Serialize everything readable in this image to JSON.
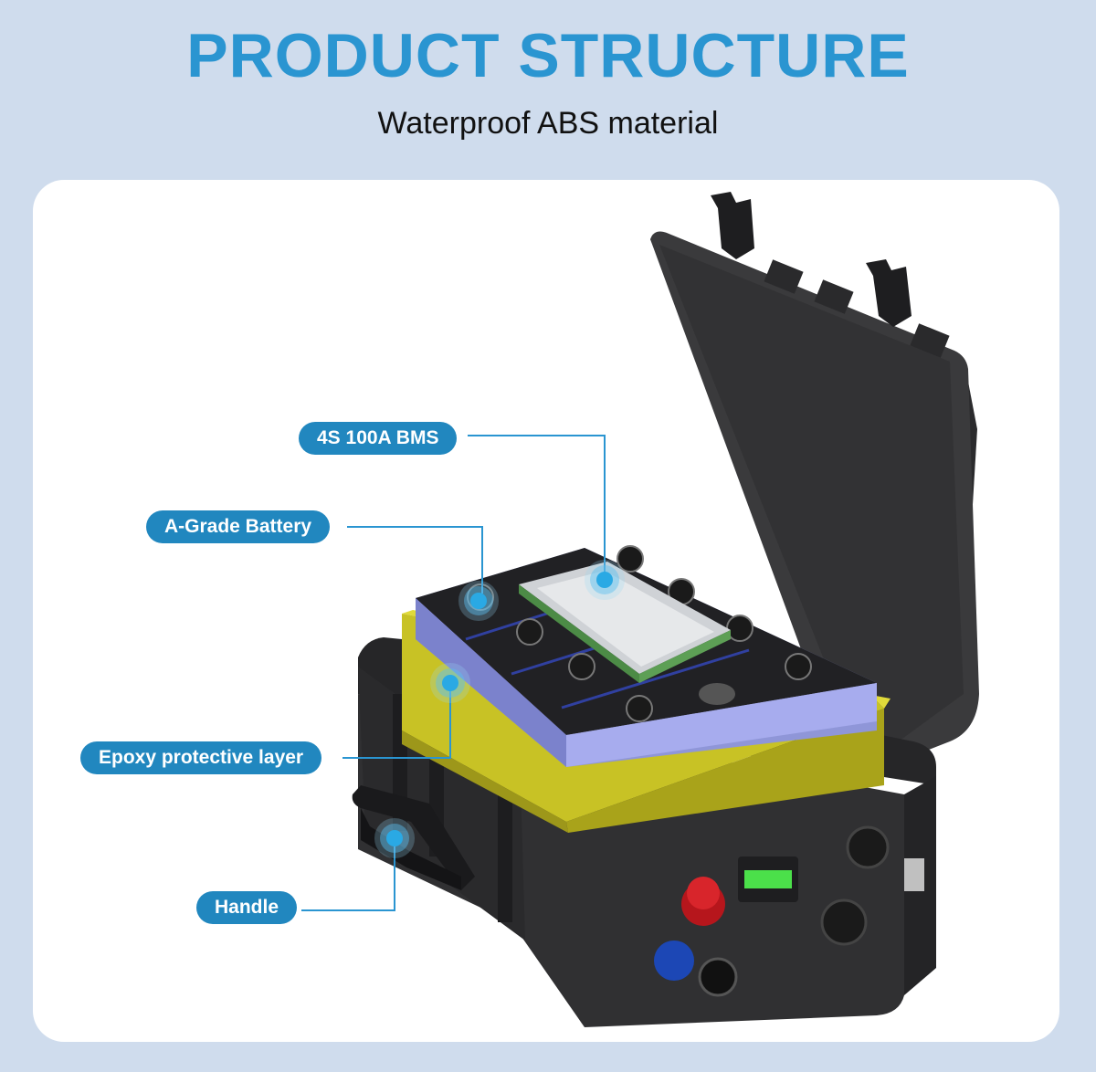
{
  "header": {
    "title": "PRODUCT STRUCTURE",
    "subtitle": "Waterproof ABS material"
  },
  "callouts": {
    "bms": "4S 100A BMS",
    "battery": "A-Grade Battery",
    "epoxy": "Epoxy protective layer",
    "handle": "Handle"
  },
  "colors": {
    "accent": "#2a95d1",
    "pill": "#2187bf",
    "background": "#cfdced",
    "epoxy": "#d7d22a"
  }
}
